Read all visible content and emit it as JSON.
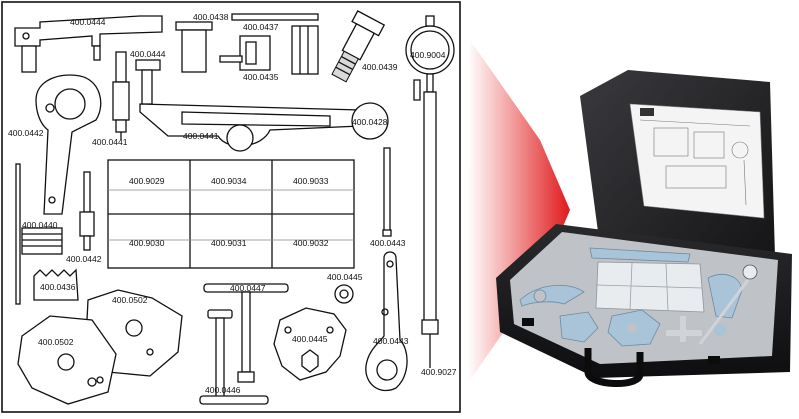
{
  "labels": {
    "l0444a": "400.0444",
    "l0438": "400.0438",
    "l0437": "400.0437",
    "l0444b": "400.0444",
    "l0435": "400.0435",
    "l0439": "400.0439",
    "l9004": "400.9004",
    "l0442a": "400.0442",
    "l0441a": "400.0441",
    "l0441b": "400.0441",
    "l0428": "400.0428",
    "l9029": "400.9029",
    "l9034": "400.9034",
    "l9033": "400.9033",
    "l9030": "400.9030",
    "l9031": "400.9031",
    "l9032": "400.9032",
    "l0440": "400.0440",
    "l0442b": "400.0442",
    "l0443a": "400.0443",
    "l0436": "400.0436",
    "l0445a": "400.0445",
    "l0447": "400.0447",
    "l0502a": "400.0502",
    "l0502b": "400.0502",
    "l0445b": "400.0445",
    "l0443b": "400.0443",
    "l0446": "400.0446",
    "l9027": "400.9027"
  },
  "colors": {
    "arrow": "#e0191b",
    "case": "#1c1c1e",
    "foam": "#bfc2c6",
    "tool": "#a9c3d8",
    "plate": "#e9ecef"
  }
}
